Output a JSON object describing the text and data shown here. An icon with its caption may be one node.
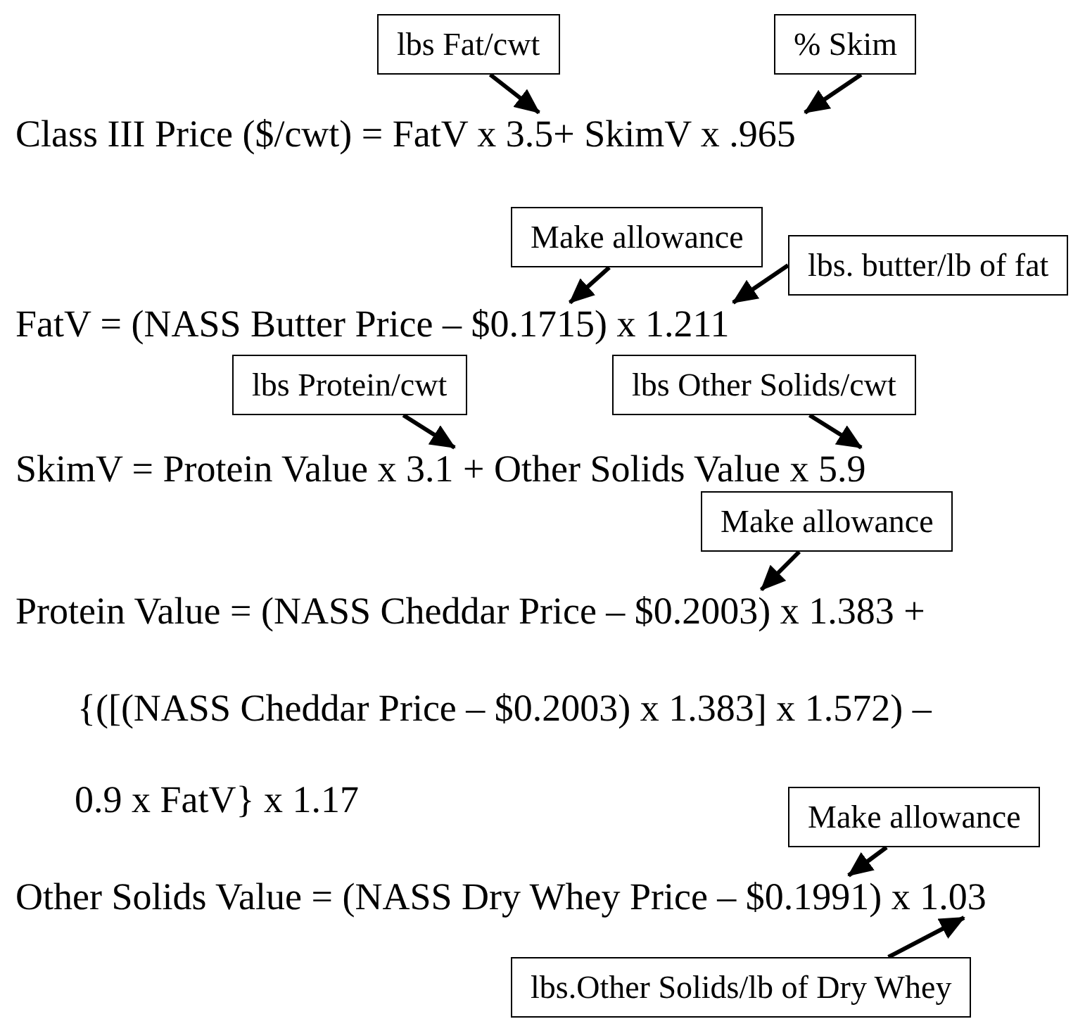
{
  "diagram": {
    "nodes": [
      {
        "text": [
          "lbs Fat/cwt"
        ]
      },
      {
        "text": [
          "% Skim"
        ]
      },
      {
        "text": [
          "Class III Price ($/cwt) = FatV x 3.5+ SkimV x .965"
        ]
      },
      {
        "text": [
          "Make allowance"
        ]
      },
      {
        "text": [
          "lbs. butter/lb of fat"
        ]
      },
      {
        "text": [
          "FatV = (NASS Butter Price – $0.1715) x 1.211"
        ]
      },
      {
        "text": [
          "lbs Protein/cwt"
        ]
      },
      {
        "text": [
          "lbs Other Solids/cwt"
        ]
      },
      {
        "text": [
          "SkimV = Protein Value x 3.1 + Other Solids Value x 5.9"
        ]
      },
      {
        "text": [
          "Make allowance"
        ]
      },
      {
        "text": [
          "Protein Value = (NASS Cheddar Price – $0.2003) x 1.383 +"
        ]
      },
      {
        "text": [
          "{([(NASS Cheddar Price – $0.2003) x 1.383] x 1.572) –"
        ]
      },
      {
        "text": [
          "0.9 x FatV} x 1.17"
        ]
      },
      {
        "text": [
          "Make allowance"
        ]
      },
      {
        "text": [
          "Other Solids Value = (NASS Dry Whey Price – $0.1991) x 1.03"
        ]
      },
      {
        "text": [
          "lbs.Other Solids/lb of Dry Whey"
        ]
      }
    ],
    "edges": [
      {
        "from": 0,
        "to": 2,
        "arrow": "to"
      },
      {
        "from": 1,
        "to": 2,
        "arrow": "to"
      },
      {
        "from": 3,
        "to": 5,
        "arrow": "to"
      },
      {
        "from": 4,
        "to": 5,
        "arrow": "to"
      },
      {
        "from": 6,
        "to": 8,
        "arrow": "to"
      },
      {
        "from": 7,
        "to": 8,
        "arrow": "to"
      },
      {
        "from": 9,
        "to": 10,
        "arrow": "to"
      },
      {
        "from": 13,
        "to": 14,
        "arrow": "to"
      },
      {
        "from": 15,
        "to": 14,
        "arrow": "to"
      }
    ]
  }
}
